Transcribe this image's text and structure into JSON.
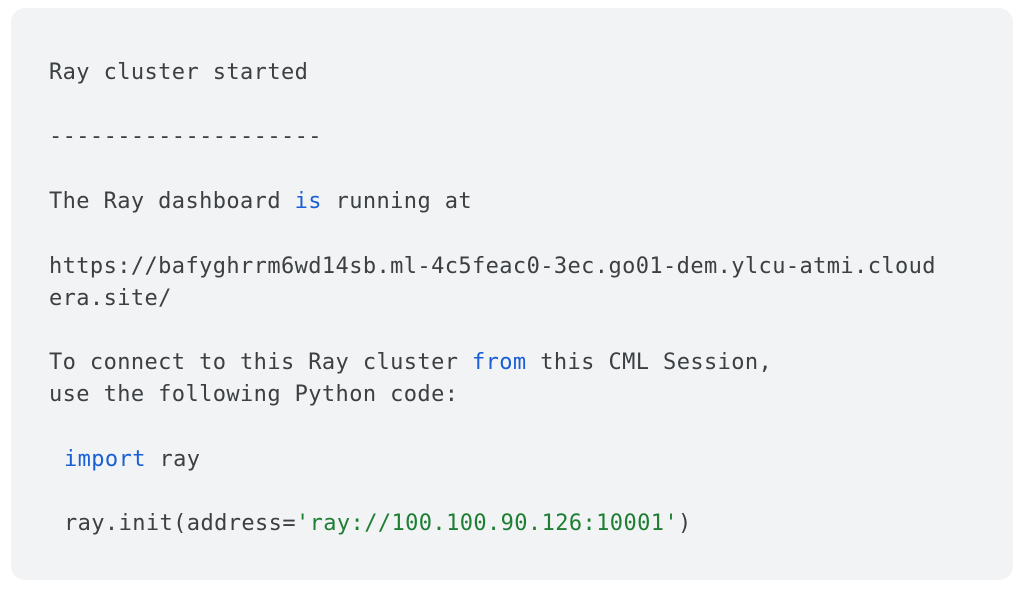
{
  "output": {
    "line1": "Ray cluster started",
    "separator": "--------------------",
    "dashboard": {
      "before": "The Ray dashboard ",
      "kw": "is",
      "after": " running at"
    },
    "url_line1": "https://bafyghrrm6wd14sb.ml-4c5feac0-3ec.go01-dem.ylcu-atmi.cloud",
    "url_line2": "era.site/",
    "connect": {
      "before": "To connect to this Ray cluster ",
      "kw": "from",
      "after": " this CML Session,"
    },
    "connect_line2": "use the following Python code:",
    "import": {
      "kw": "import",
      "after": " ray"
    },
    "init": {
      "before": "ray.init(address=",
      "str": "'ray://100.100.90.126:10001'",
      "after": ")"
    }
  },
  "colors": {
    "panel_bg": "#f1f3f4",
    "text": "#3c4043",
    "keyword": "#1a5fd6",
    "string": "#1e7e34"
  }
}
